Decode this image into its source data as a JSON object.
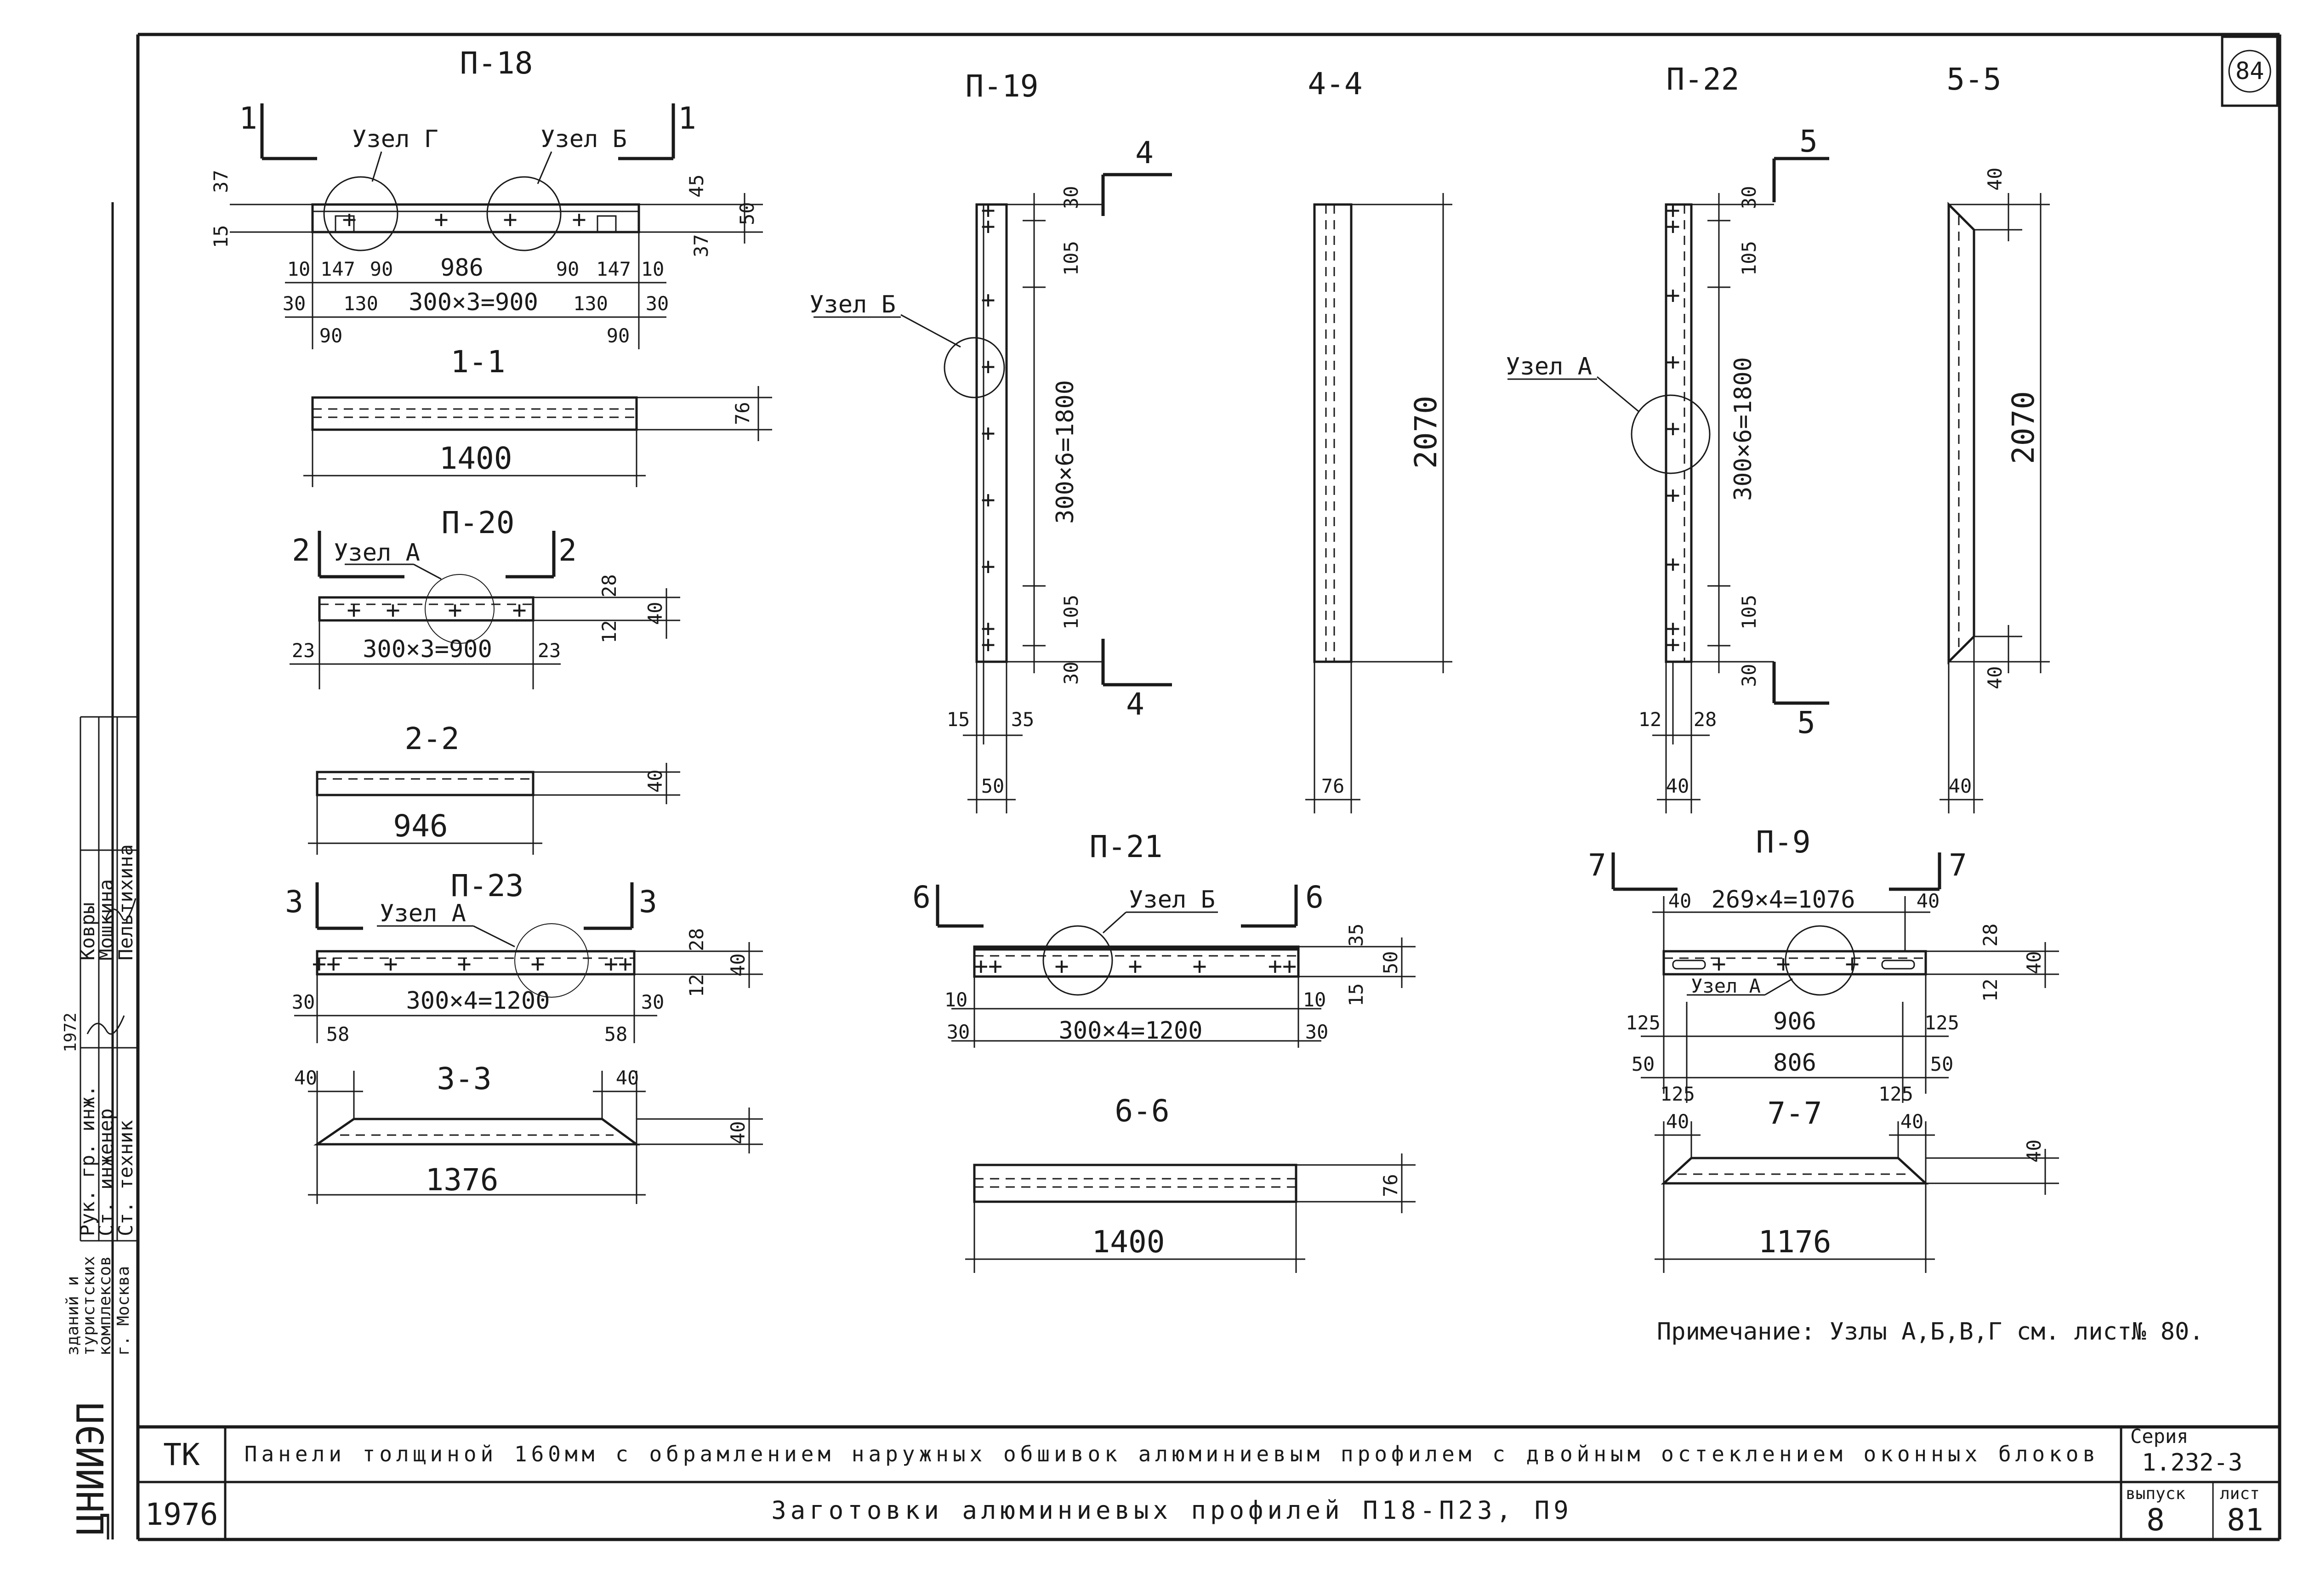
{
  "sheet": {
    "sheet_no": "84",
    "note": "Примечание: Узлы А,Б,В,Г см. лист№ 80.",
    "title_block": {
      "code": "ТК",
      "year": "1976",
      "title_main": "Панели толщиной 160мм с обрамлением наружных обшивок алюминиевым профилем с двойным остеклением оконных блоков",
      "title_sub": "Заготовки алюминиевых профилей П18-П23, П9",
      "series_label": "Серия",
      "series_value": "1.232-3",
      "issue_label": "выпуск",
      "issue_value": "8",
      "sheet_label": "лист",
      "sheet_value": "81"
    },
    "side_stamp": {
      "org": "ЦНИИЭП",
      "org_desc": [
        "зданий и",
        "туристских",
        "комплексов",
        "г. Москва"
      ],
      "roles": [
        "Рук. гр. инж.",
        "Ст. инженер",
        "Ст. техник"
      ],
      "names": [
        "Ковры",
        "Мошкина",
        "Пельтихина"
      ],
      "extra": "1972"
    }
  },
  "views": {
    "p18": {
      "label": "П-18",
      "section_mark": "1",
      "node_labels": [
        "Узел Г",
        "Узел Б"
      ],
      "dims": {
        "top_a": "37",
        "top_b": "15",
        "top_c": "45",
        "height": "50",
        "right_c": "37",
        "row1": [
          "10",
          "147",
          "90",
          "986",
          "90",
          "147",
          "10"
        ],
        "row2": [
          "30",
          "130",
          "300×3=900",
          "130",
          "30"
        ],
        "row3": [
          "90",
          "90"
        ]
      }
    },
    "sec11": {
      "label": "1-1",
      "dims": {
        "height": "76",
        "length": "1400"
      }
    },
    "p20": {
      "label": "П-20",
      "section_mark": "2",
      "node_label": "Узел А",
      "dims": {
        "top": "28",
        "height": "40",
        "bottom": "12",
        "left": "23",
        "mid": "300×3=900",
        "right": "23"
      }
    },
    "sec22": {
      "label": "2-2",
      "dims": {
        "height": "40",
        "length": "946"
      }
    },
    "p23": {
      "label": "П-23",
      "section_mark": "3",
      "node_label": "Узел А",
      "dims": {
        "top": "28",
        "height": "40",
        "bottom": "12",
        "left": "30",
        "mid": "300×4=1200",
        "right": "30",
        "row2": [
          "58",
          "58"
        ]
      }
    },
    "sec33": {
      "label": "3-3",
      "dims": {
        "chamfer_l": "40",
        "chamfer_r": "40",
        "height": "40",
        "length": "1376"
      }
    },
    "p19": {
      "label": "П-19",
      "section_mark": "4",
      "node_label": "Узел Б",
      "dims": {
        "top": "30",
        "edge_top": "105",
        "mid": "300×6=1800",
        "edge_bot": "105",
        "bottom": "30",
        "w1": "15",
        "w2": "35",
        "width": "50"
      }
    },
    "sec44": {
      "label": "4-4",
      "dims": {
        "length": "2070",
        "width": "76"
      }
    },
    "p21": {
      "label": "П-21",
      "section_mark": "6",
      "node_label": "Узел Б",
      "dims": {
        "top": "35",
        "height": "50",
        "bottom": "15",
        "left_a": "10",
        "left_b": "30",
        "mid": "300×4=1200",
        "right_a": "10",
        "right_b": "30"
      }
    },
    "sec66": {
      "label": "6-6",
      "dims": {
        "height": "76",
        "length": "1400"
      }
    },
    "p22": {
      "label": "П-22",
      "section_mark": "5",
      "node_label": "Узел А",
      "dims": {
        "top": "30",
        "edge_top": "105",
        "mid": "300×6=1800",
        "edge_bot": "105",
        "bottom": "30",
        "w1": "12",
        "w2": "28",
        "width": "40"
      }
    },
    "sec55": {
      "label": "5-5",
      "dims": {
        "chamfer_t": "40",
        "length": "2070",
        "chamfer_b": "40",
        "width": "40"
      }
    },
    "p9": {
      "label": "П-9",
      "section_mark": "7",
      "node_label": "Узел А",
      "dims": {
        "left": "40",
        "mid": "269×4=1076",
        "right": "40",
        "top": "28",
        "height": "40",
        "bottom": "12",
        "row1": [
          "125",
          "906",
          "125"
        ],
        "row2": [
          "50",
          "806",
          "50"
        ],
        "row3": [
          "125",
          "125"
        ]
      }
    },
    "sec77": {
      "label": "7-7",
      "dims": {
        "chamfer_l": "40",
        "chamfer_r": "40",
        "height": "40",
        "length": "1176"
      }
    }
  }
}
